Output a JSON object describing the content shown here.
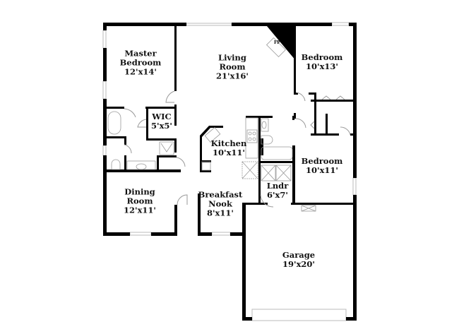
{
  "floorplan": {
    "wall_color": "#000000",
    "fixture_color": "#999999",
    "window_color": "#cccccc",
    "rooms": [
      {
        "name": "Master Bedroom",
        "line1": "Master",
        "line2": "Bedroom",
        "dims": "12'x14'"
      },
      {
        "name": "Living Room",
        "line1": "Living",
        "line2": "Room",
        "dims": "21'x16'"
      },
      {
        "name": "Bedroom",
        "line1": "Bedroom",
        "line2": "",
        "dims": "10'x13'"
      },
      {
        "name": "WIC",
        "line1": "WIC",
        "line2": "",
        "dims": "5'x5'"
      },
      {
        "name": "Kitchen",
        "line1": "Kitchen",
        "line2": "",
        "dims": "10'x11'"
      },
      {
        "name": "Bedroom",
        "line1": "Bedroom",
        "line2": "",
        "dims": "10'x11'"
      },
      {
        "name": "Lndr",
        "line1": "Lndr",
        "line2": "",
        "dims": "6'x7'"
      },
      {
        "name": "Dining Room",
        "line1": "Dining",
        "line2": "Room",
        "dims": "12'x11'"
      },
      {
        "name": "Breakfast Nook",
        "line1": "Breakfast",
        "line2": "Nook",
        "dims": "8'x11'"
      },
      {
        "name": "Garage",
        "line1": "Garage",
        "line2": "",
        "dims": "19'x20'"
      }
    ],
    "fireplace_label": "FP"
  }
}
